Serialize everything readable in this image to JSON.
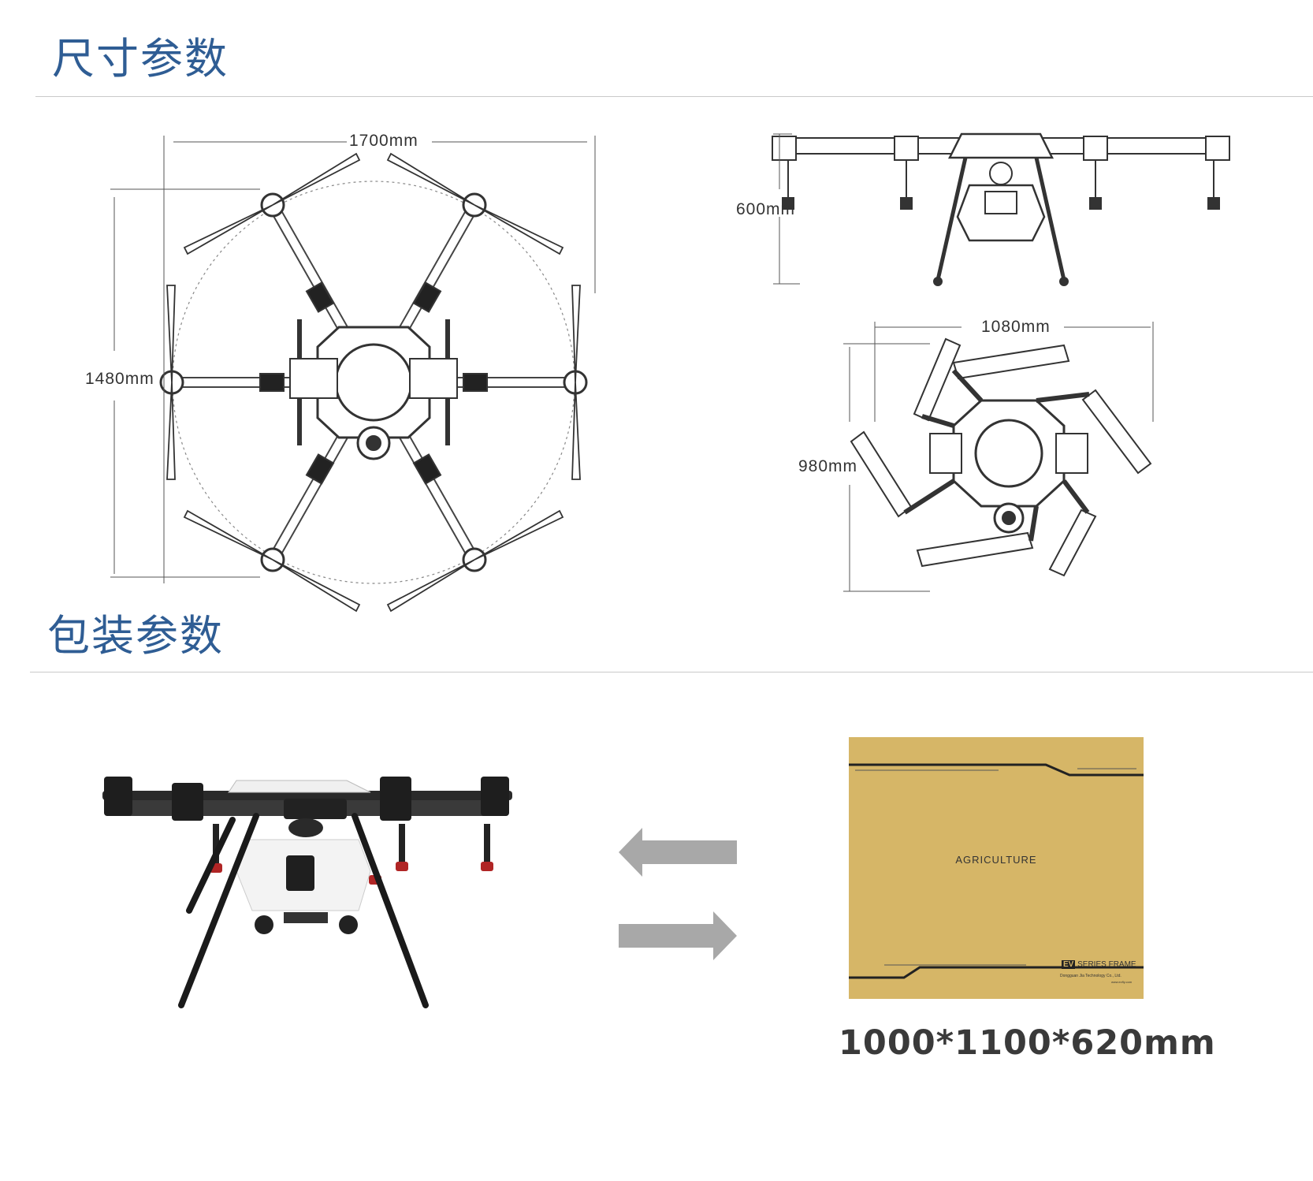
{
  "sections": {
    "dimensions_title": "尺寸参数",
    "packaging_title": "包装参数"
  },
  "dimensions": {
    "unfolded_width": "1700mm",
    "unfolded_length": "1480mm",
    "height": "600mm",
    "folded_width": "1080mm",
    "folded_length": "980mm"
  },
  "packaging": {
    "box_label": "AGRICULTURE",
    "box_brand_badge": "EV",
    "box_series": "SERIES FRAME",
    "box_company": "Dongguan Jia Technology Co., Ltd.",
    "box_url": "www.evfly.com",
    "box_size": "1000*1100*620mm"
  },
  "colors": {
    "title_blue": "#2f5d94",
    "box_tan": "#d6b667",
    "arrow_gray": "#a8a8a8"
  }
}
